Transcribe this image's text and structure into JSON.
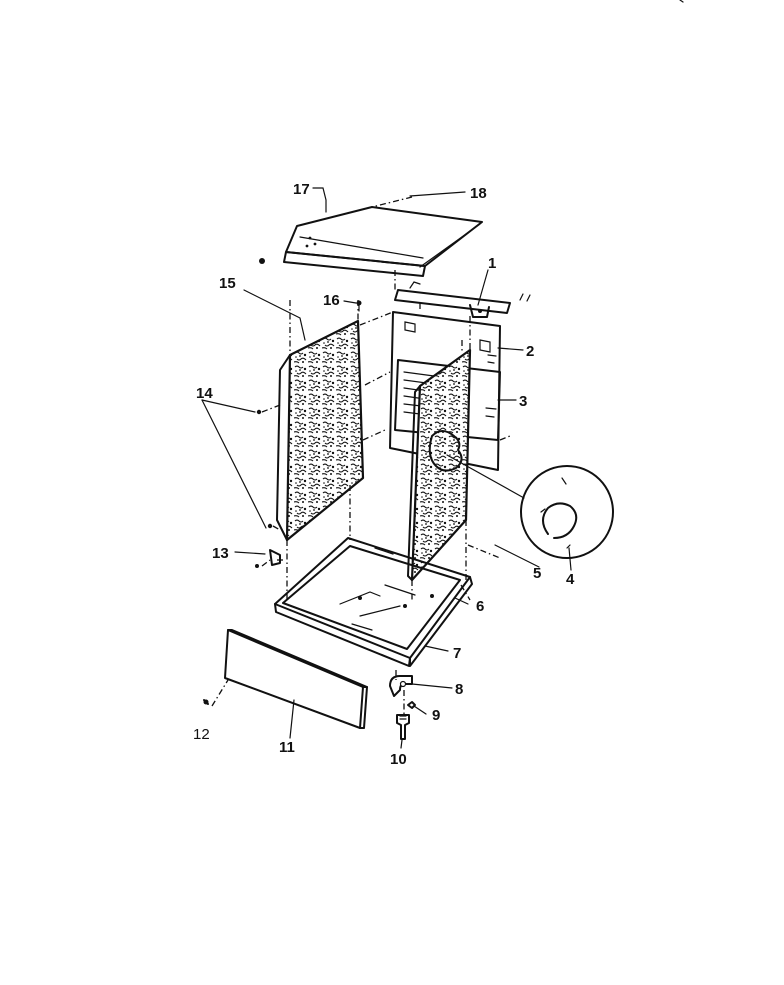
{
  "callouts": [
    {
      "id": "c1",
      "text": "1"
    },
    {
      "id": "c2",
      "text": "2"
    },
    {
      "id": "c3",
      "text": "3"
    },
    {
      "id": "c4",
      "text": "4"
    },
    {
      "id": "c5",
      "text": "5"
    },
    {
      "id": "c6",
      "text": "6"
    },
    {
      "id": "c7",
      "text": "7"
    },
    {
      "id": "c8",
      "text": "8"
    },
    {
      "id": "c9",
      "text": "9"
    },
    {
      "id": "c10",
      "text": "10"
    },
    {
      "id": "c11",
      "text": "11"
    },
    {
      "id": "c12",
      "text": "12"
    },
    {
      "id": "c13",
      "text": "13"
    },
    {
      "id": "c14",
      "text": "14"
    },
    {
      "id": "c15",
      "text": "15"
    },
    {
      "id": "c16",
      "text": "16"
    },
    {
      "id": "c17",
      "text": "17"
    },
    {
      "id": "c18",
      "text": "18"
    }
  ]
}
